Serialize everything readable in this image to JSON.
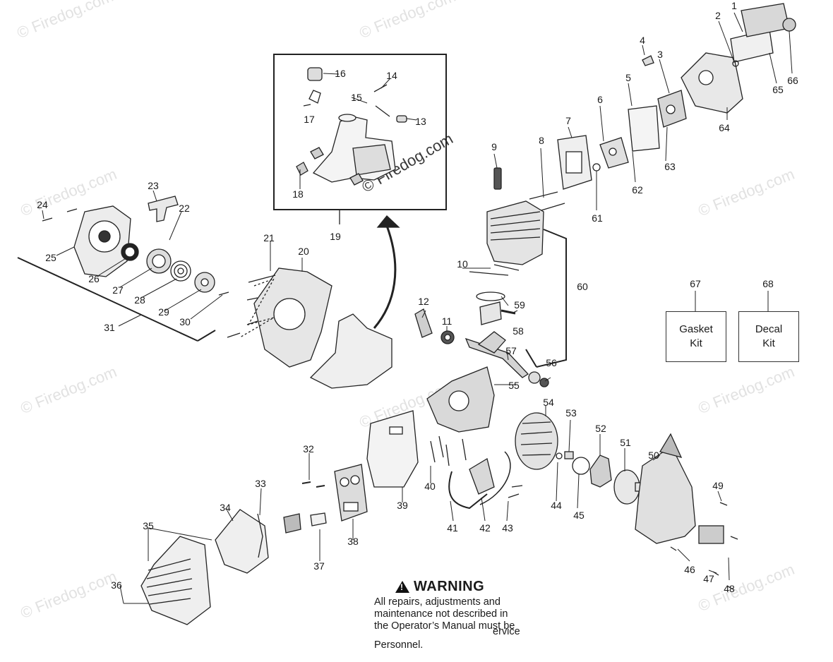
{
  "watermark": "© Firedog.com",
  "part_numbers": [
    "1",
    "2",
    "3",
    "4",
    "5",
    "6",
    "7",
    "8",
    "9",
    "10",
    "11",
    "12",
    "13",
    "14",
    "15",
    "16",
    "17",
    "18",
    "19",
    "20",
    "21",
    "22",
    "23",
    "24",
    "25",
    "26",
    "27",
    "28",
    "29",
    "30",
    "31",
    "32",
    "33",
    "34",
    "35",
    "36",
    "37",
    "38",
    "39",
    "40",
    "41",
    "42",
    "43",
    "44",
    "45",
    "46",
    "47",
    "48",
    "49",
    "50",
    "51",
    "52",
    "53",
    "54",
    "55",
    "56",
    "57",
    "58",
    "59",
    "60",
    "61",
    "62",
    "63",
    "64",
    "65",
    "66",
    "67",
    "68"
  ],
  "kits": {
    "gasket_kit": "Gasket Kit",
    "decal_kit": "Decal Kit"
  },
  "warning": {
    "title": "WARNING",
    "line1": "All repairs, adjustments and",
    "line2": "maintenance not described in",
    "line3": "the Operator’s Manual must be",
    "line3b": "ervice",
    "line4": "Personnel."
  }
}
